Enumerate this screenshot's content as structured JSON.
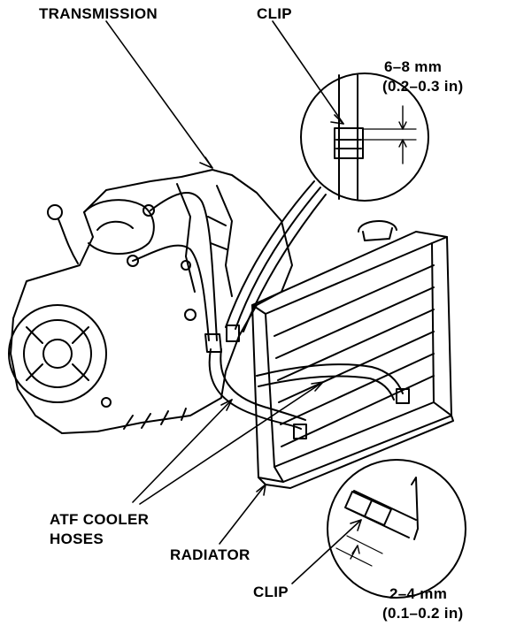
{
  "labels": {
    "transmission": "TRANSMISSION",
    "clip_top": "CLIP",
    "spec_top_mm": "6–8 mm",
    "spec_top_in": "(0.2–0.3 in)",
    "atf_line1": "ATF COOLER",
    "atf_line2": "HOSES",
    "radiator": "RADIATOR",
    "clip_bottom": "CLIP",
    "spec_bottom_mm": "2–4 mm",
    "spec_bottom_in": "(0.1–0.2 in)"
  },
  "colors": {
    "ink": "#000000",
    "paper": "#ffffff"
  }
}
